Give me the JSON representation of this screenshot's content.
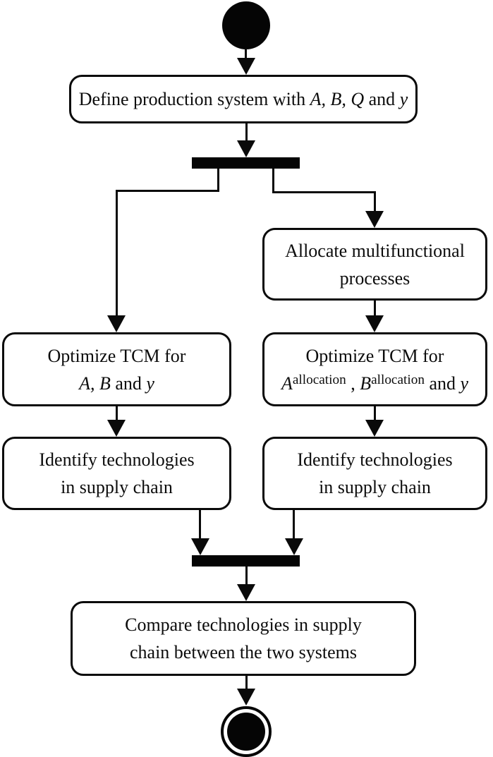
{
  "diagram": {
    "type": "uml-activity-diagram",
    "colors": {
      "ink": "#000000",
      "background": "#ffffff"
    },
    "nodes": {
      "start": {
        "kind": "initial"
      },
      "define": {
        "runs": [
          {
            "t": "Define production system with "
          },
          {
            "t": "A, B, Q",
            "i": true
          },
          {
            "t": " and "
          },
          {
            "t": "y",
            "i": true
          }
        ]
      },
      "allocate": {
        "runs": [
          {
            "t": "Allocate multifunctional"
          },
          {
            "br": true
          },
          {
            "t": "processes"
          }
        ]
      },
      "optimize_left": {
        "runs": [
          {
            "t": "Optimize TCM for"
          },
          {
            "br": true
          },
          {
            "t": "A, B",
            "i": true
          },
          {
            "t": " and "
          },
          {
            "t": "y",
            "i": true
          }
        ]
      },
      "optimize_right": {
        "runs": [
          {
            "t": "Optimize TCM for"
          },
          {
            "br": true
          },
          {
            "t": "A",
            "i": true
          },
          {
            "t": "allocation",
            "sup": true
          },
          {
            "t": " , "
          },
          {
            "t": "B",
            "i": true
          },
          {
            "t": "allocation",
            "sup": true
          },
          {
            "t": " and "
          },
          {
            "t": "y",
            "i": true
          }
        ]
      },
      "identify_left": {
        "runs": [
          {
            "t": "Identify technologies"
          },
          {
            "br": true
          },
          {
            "t": "in supply chain"
          }
        ]
      },
      "identify_right": {
        "runs": [
          {
            "t": "Identify technologies"
          },
          {
            "br": true
          },
          {
            "t": "in supply chain"
          }
        ]
      },
      "compare": {
        "runs": [
          {
            "t": "Compare technologies in supply"
          },
          {
            "br": true
          },
          {
            "t": "chain between the two systems"
          }
        ]
      },
      "end": {
        "kind": "final"
      }
    }
  }
}
